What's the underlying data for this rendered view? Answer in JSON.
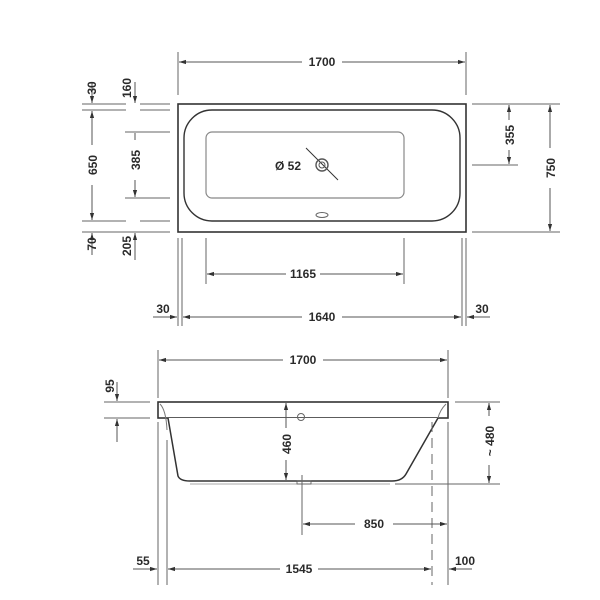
{
  "drawing": {
    "title": "Bathtub technical drawing",
    "units": "mm",
    "plan_view": {
      "overall_length": "1700",
      "overall_width": "750",
      "inner_length": "1640",
      "left_rim": "30",
      "right_rim": "30",
      "basin_bottom_length": "1165",
      "drain_offset": "355",
      "drain_diameter": "Ø 52",
      "left_dims": {
        "top_rim": "30",
        "inner_top": "160",
        "inner_width": "650",
        "basin_bottom_width": "385",
        "bottom_rim": "70",
        "inner_bottom": "205"
      }
    },
    "side_view": {
      "overall_length": "1700",
      "rim_thickness": "95",
      "inner_depth": "460",
      "overall_height": "~ 480",
      "drain_position": "850",
      "bottom_length": "1545",
      "left_offset": "55",
      "right_offset": "100"
    }
  }
}
